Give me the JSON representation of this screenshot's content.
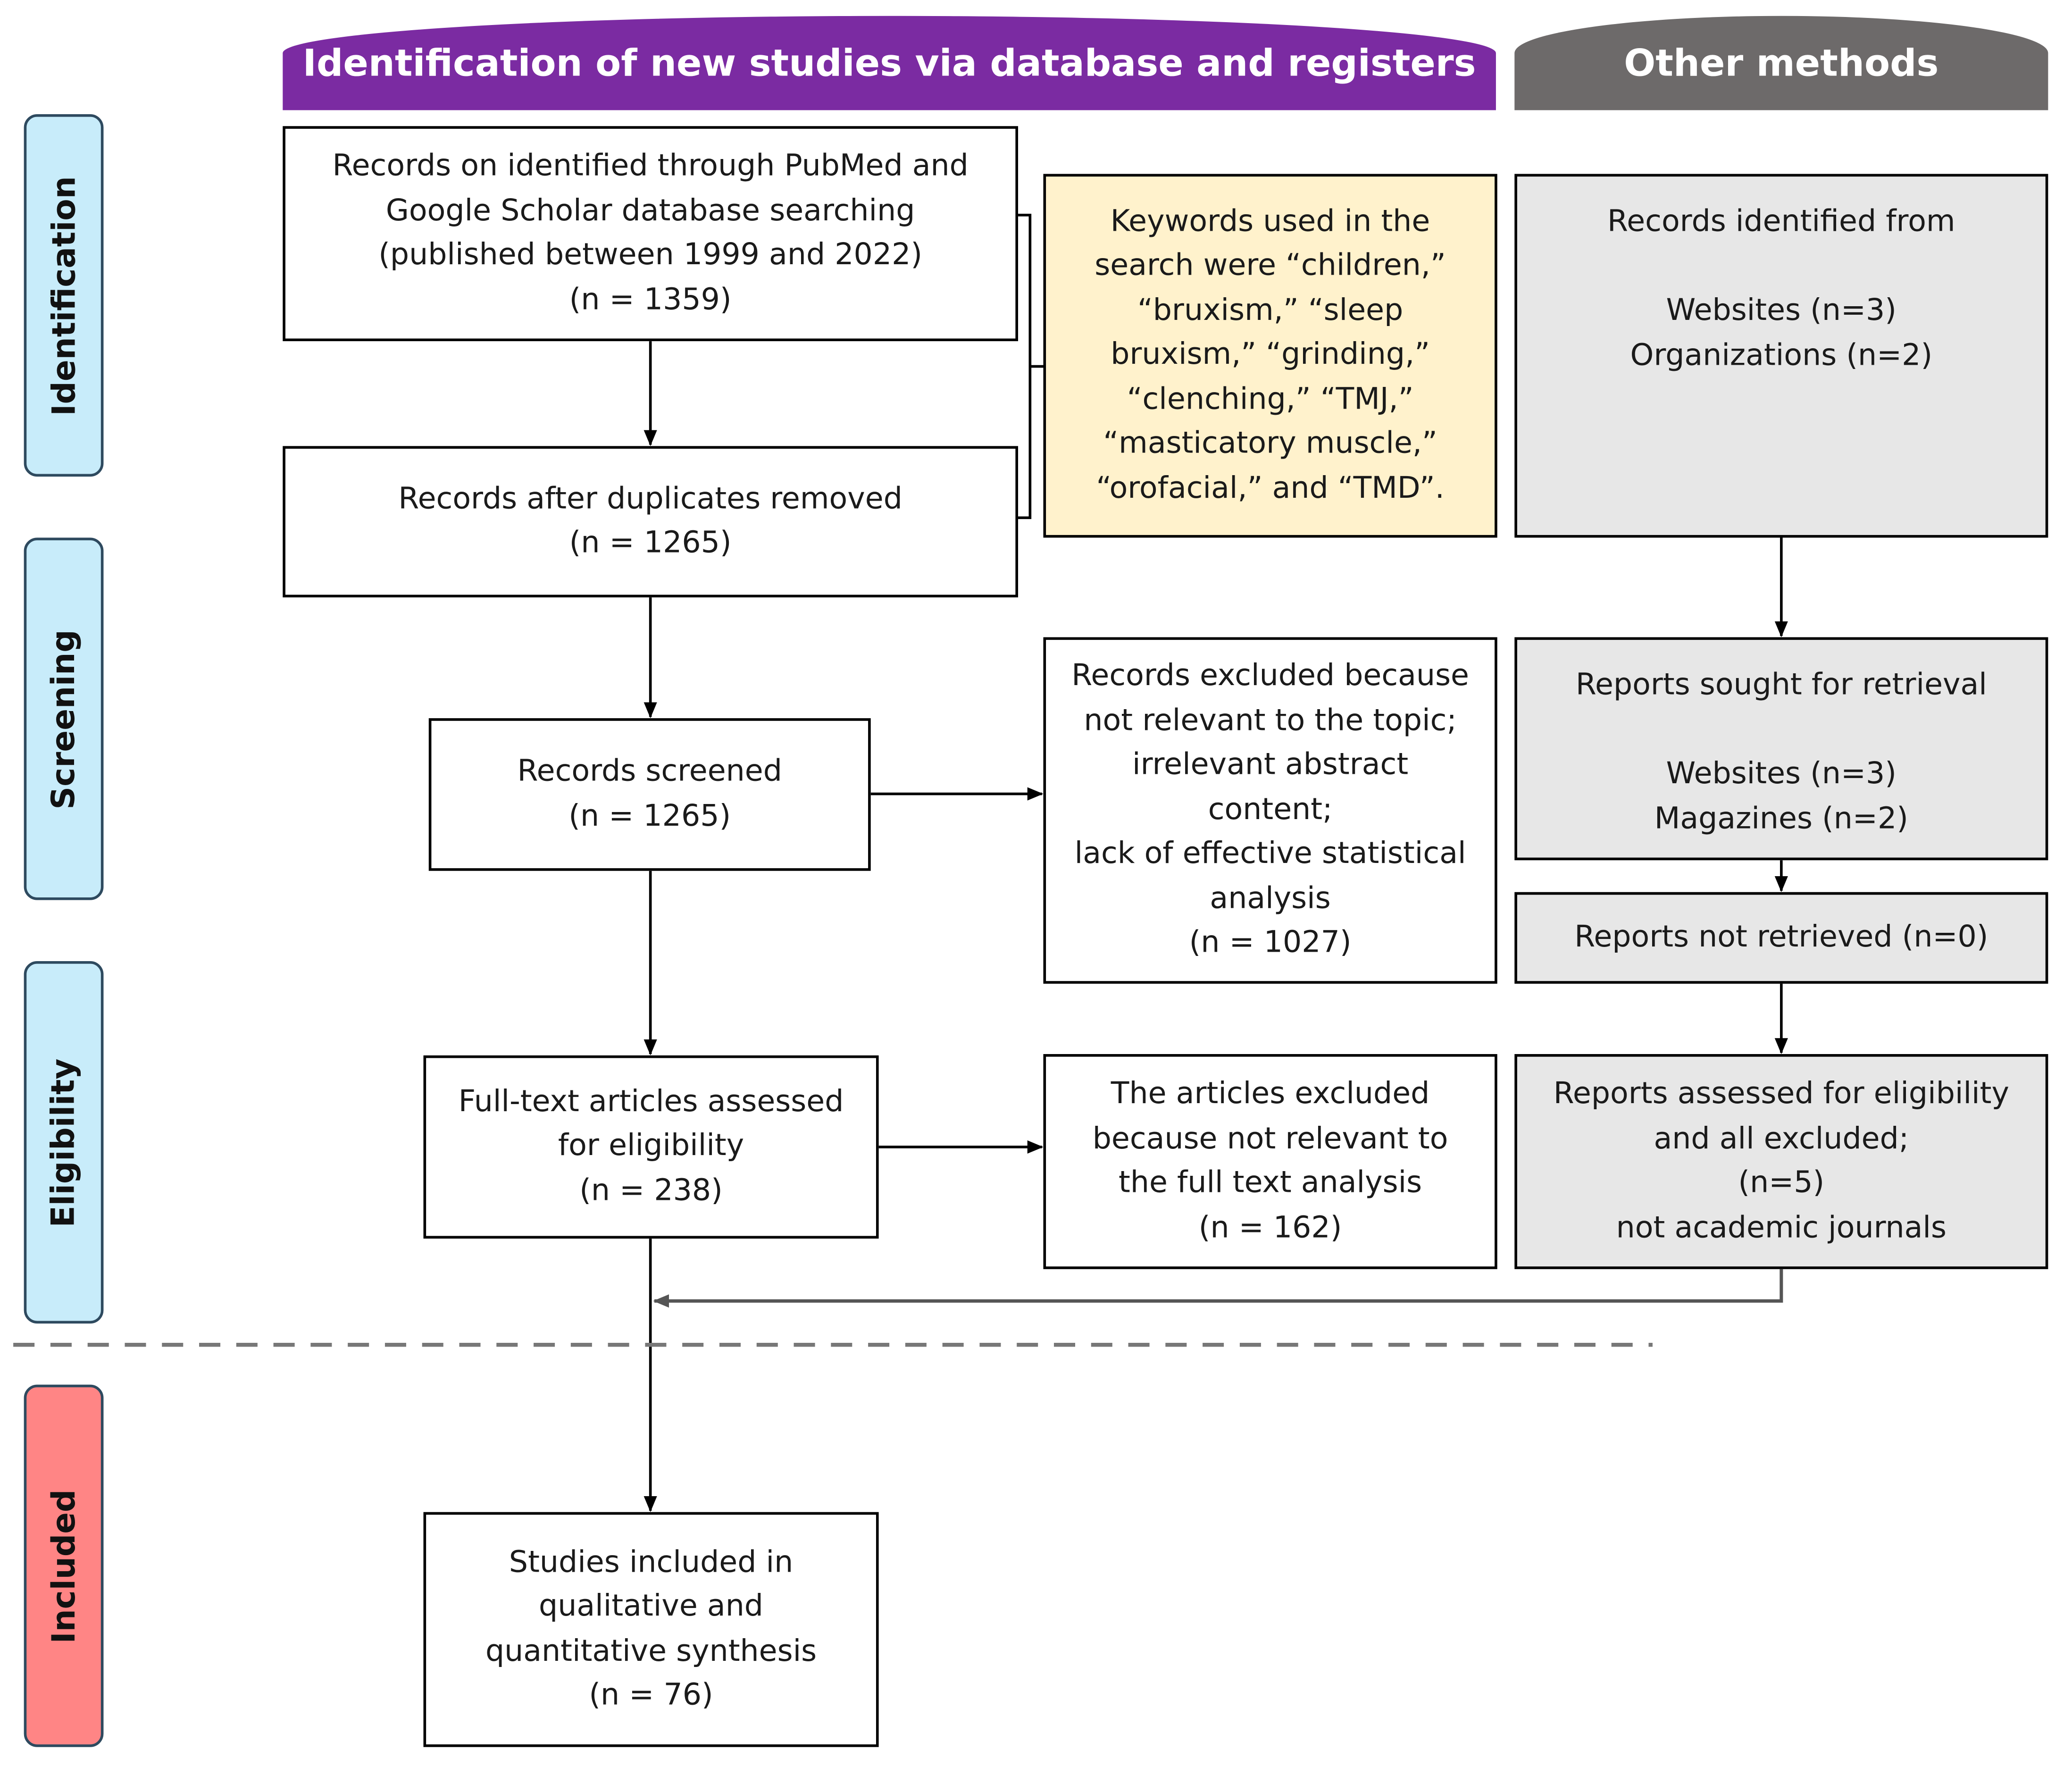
{
  "headers": {
    "database": "Identification of new studies via database and registers",
    "other": "Other methods"
  },
  "phases": {
    "identification": "Identification",
    "screening": "Screening",
    "eligibility": "Eligibility",
    "included": "Included"
  },
  "boxes": {
    "identified": [
      "Records on identified through PubMed and",
      "Google Scholar database searching",
      "(published between 1999 and 2022)",
      "(n = 1359)"
    ],
    "keywords": [
      "Keywords used in the",
      "search were “children,”",
      "“bruxism,” “sleep",
      "bruxism,” “grinding,”",
      "“clenching,” “TMJ,”",
      "“masticatory muscle,”",
      "“orofacial,” and “TMD”."
    ],
    "duplicates": [
      "Records after duplicates removed",
      "(n = 1265)"
    ],
    "screened": [
      "Records screened",
      "(n = 1265)"
    ],
    "excluded": [
      "Records excluded because",
      "not relevant to the topic;",
      "irrelevant abstract",
      "content;",
      "lack of effective statistical",
      "analysis",
      "(n = 1027)"
    ],
    "fulltext": [
      "Full-text articles assessed",
      "for eligibility",
      "(n = 238)"
    ],
    "fulltext_excluded": [
      "The articles excluded",
      "because not relevant to",
      "the full text analysis",
      "(n = 162)"
    ],
    "included": [
      "Studies included in",
      "qualitative and",
      "quantitative synthesis",
      "(n = 76)"
    ],
    "other_identified": {
      "title": "Records identified from",
      "lines": [
        "Websites (n=3)",
        "Organizations (n=2)"
      ]
    },
    "other_sought": {
      "title": "Reports sought for retrieval",
      "lines": [
        "Websites (n=3)",
        "Magazines (n=2)"
      ]
    },
    "other_not_retrieved": [
      "Reports not retrieved (n=0)"
    ],
    "other_assessed": [
      "Reports assessed for eligibility",
      "and all excluded;",
      "(n=5)",
      "not academic journals"
    ]
  }
}
